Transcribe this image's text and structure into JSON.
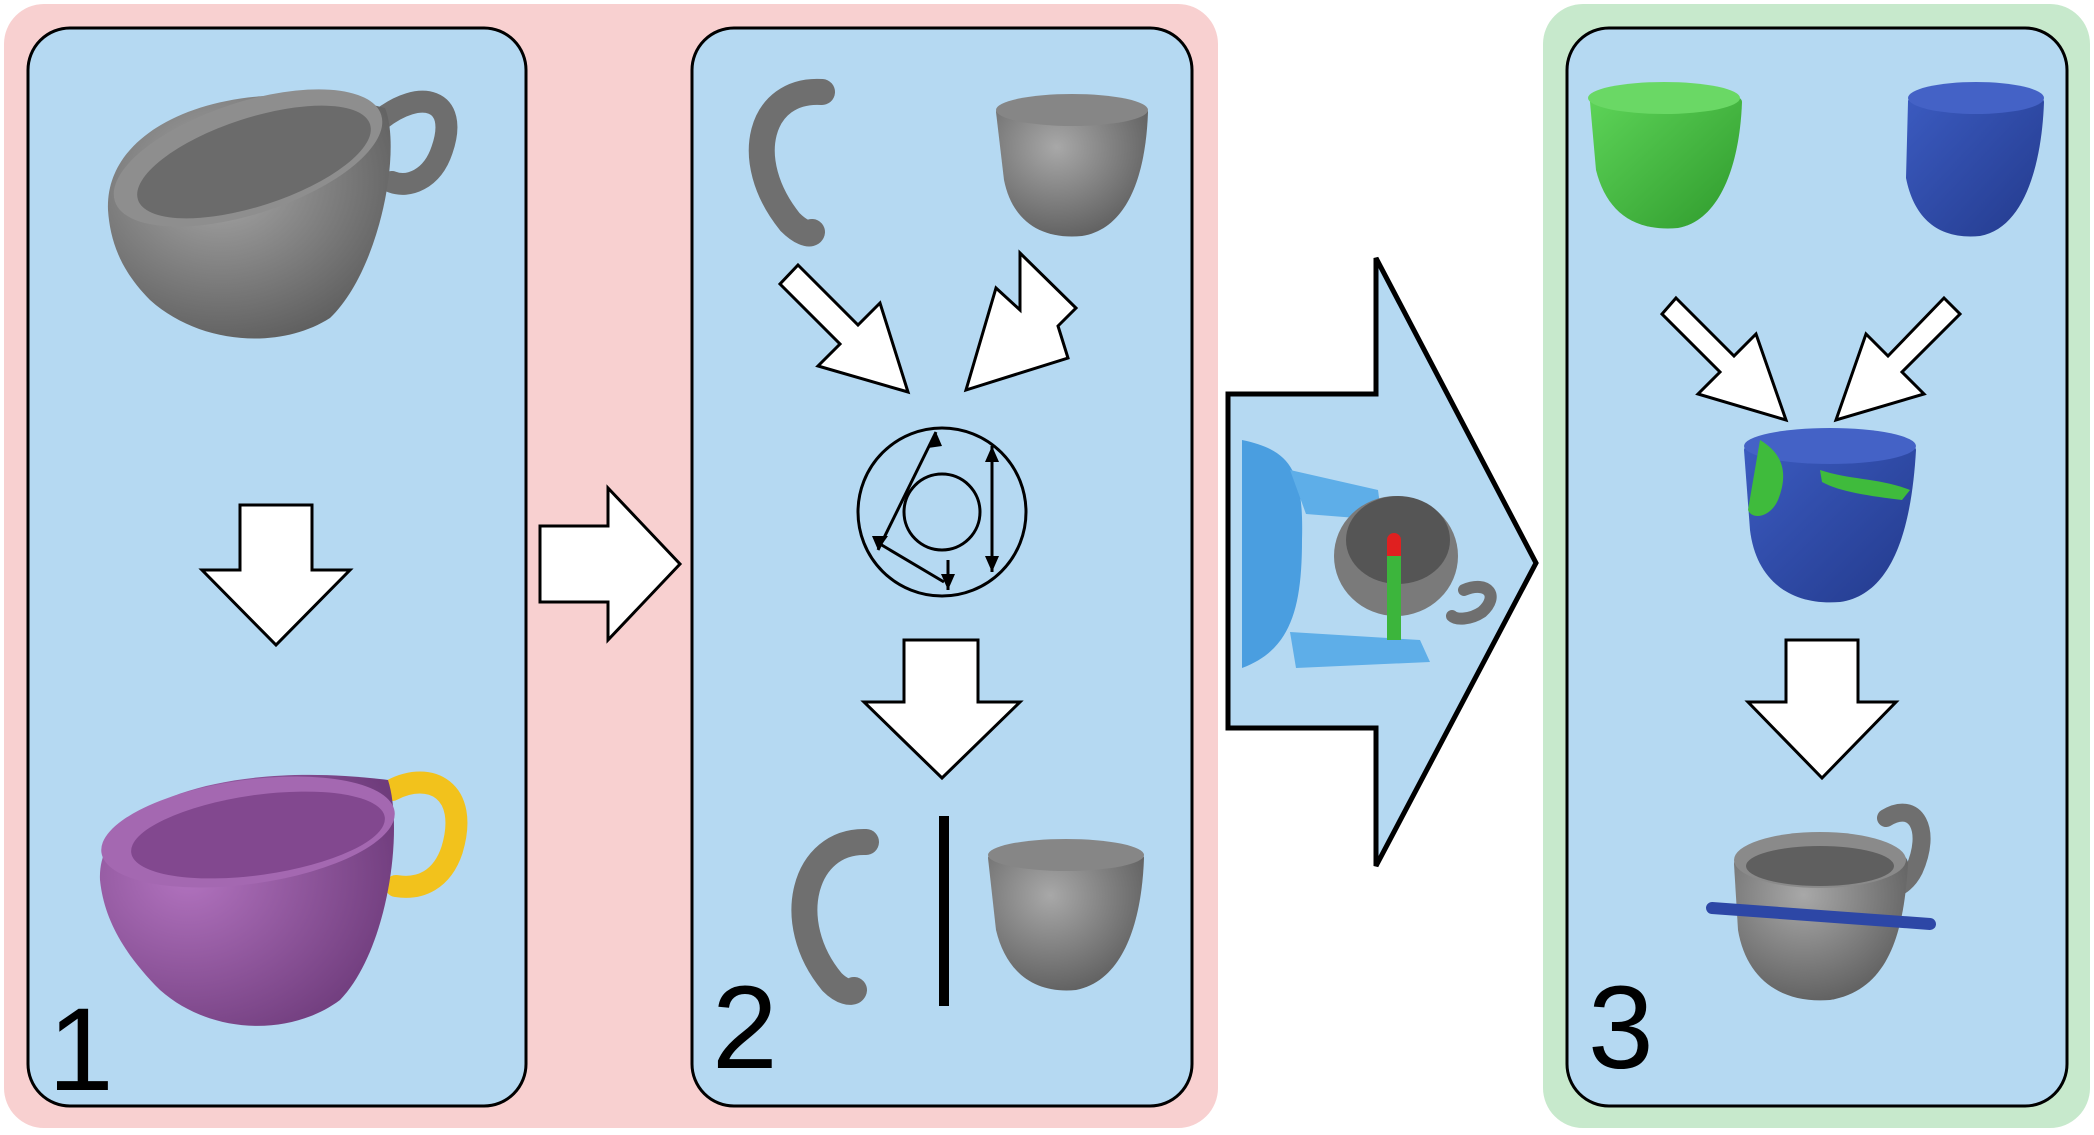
{
  "colors": {
    "pink_bg": "#f8d0d0",
    "green_bg": "#c7e9cc",
    "panel_fill": "#b5d9f2",
    "outline": "#000000",
    "arrow_fill": "#ffffff",
    "mug_gray": "#7b7b7b",
    "mug_purple": "#9b5fa8",
    "handle_yellow": "#f2c21c",
    "part_green": "#3fbb3c",
    "part_blue": "#2d47a6",
    "gripper_blue": "#4a9ee0"
  },
  "panels": [
    {
      "label": "1"
    },
    {
      "label": "2"
    },
    {
      "label": "3"
    }
  ],
  "icons": [
    "mug-3d-icon",
    "segmented-mug-icon",
    "handle-part-icon",
    "body-part-icon",
    "symmetry-circle-icon",
    "gripper-grasp-icon",
    "green-body-icon",
    "blue-body-icon",
    "merged-body-icon",
    "mug-with-axis-icon"
  ]
}
